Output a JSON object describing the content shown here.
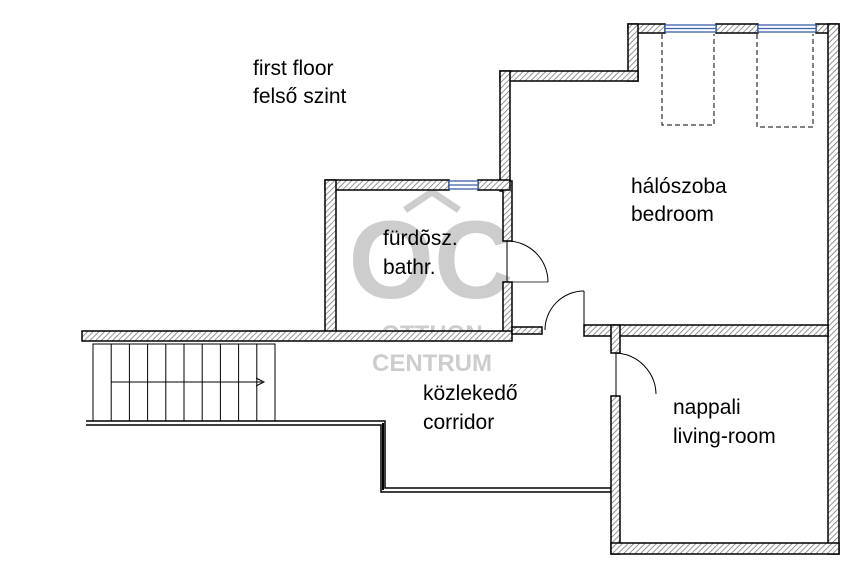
{
  "title": {
    "line1": "first floor",
    "line2": "felső szint"
  },
  "rooms": {
    "bedroom": {
      "name_hu": "hálószoba",
      "name_en": "bedroom"
    },
    "bathroom": {
      "name_hu": "fürdõsz.",
      "name_en": "bathr."
    },
    "corridor": {
      "name_hu": "közlekedő",
      "name_en": "corridor"
    },
    "living_room": {
      "name_hu": "nappali",
      "name_en": "living-room"
    }
  },
  "watermark": {
    "logo_text": "OC",
    "line1": "OTTHON",
    "line2": "CENTRUM"
  },
  "colors": {
    "wall": "#000000",
    "wall_hatch": "#7a7a7a",
    "window": "#3b5fa8",
    "watermark": "#c8c8c8"
  }
}
